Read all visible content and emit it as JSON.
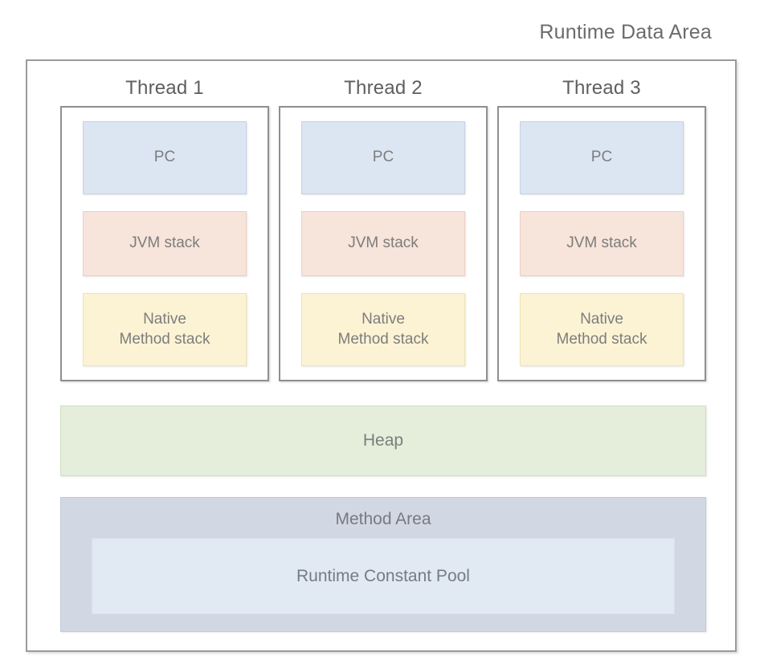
{
  "diagram": {
    "title": "Runtime Data Area",
    "threads": [
      {
        "label": "Thread 1",
        "blocks": [
          {
            "name": "pc",
            "label": "PC",
            "color": "#dce6f3"
          },
          {
            "name": "jvm-stack",
            "label": "JVM stack",
            "color": "#f7e4da"
          },
          {
            "name": "native-method-stack",
            "label": "Native\nMethod stack",
            "line1": "Native",
            "line2": "Method stack",
            "color": "#fcf3d4"
          }
        ]
      },
      {
        "label": "Thread 2",
        "blocks": [
          {
            "name": "pc",
            "label": "PC",
            "color": "#dce6f3"
          },
          {
            "name": "jvm-stack",
            "label": "JVM stack",
            "color": "#f7e4da"
          },
          {
            "name": "native-method-stack",
            "label": "Native\nMethod stack",
            "line1": "Native",
            "line2": "Method stack",
            "color": "#fcf3d4"
          }
        ]
      },
      {
        "label": "Thread 3",
        "blocks": [
          {
            "name": "pc",
            "label": "PC",
            "color": "#dce6f3"
          },
          {
            "name": "jvm-stack",
            "label": "JVM stack",
            "color": "#f7e4da"
          },
          {
            "name": "native-method-stack",
            "label": "Native\nMethod stack",
            "line1": "Native",
            "line2": "Method stack",
            "color": "#fcf3d4"
          }
        ]
      }
    ],
    "heap": {
      "label": "Heap",
      "color": "#e4eeda"
    },
    "method_area": {
      "label": "Method Area",
      "color": "#d2d8e3",
      "constant_pool": {
        "label": "Runtime Constant Pool",
        "color": "#e1e9f3"
      }
    },
    "colors": {
      "frame_border": "#9a9a9a",
      "thread_border": "#8f8f8f",
      "text": "#7d7d7d",
      "title_text": "#6b6b6b",
      "background": "#ffffff"
    }
  }
}
